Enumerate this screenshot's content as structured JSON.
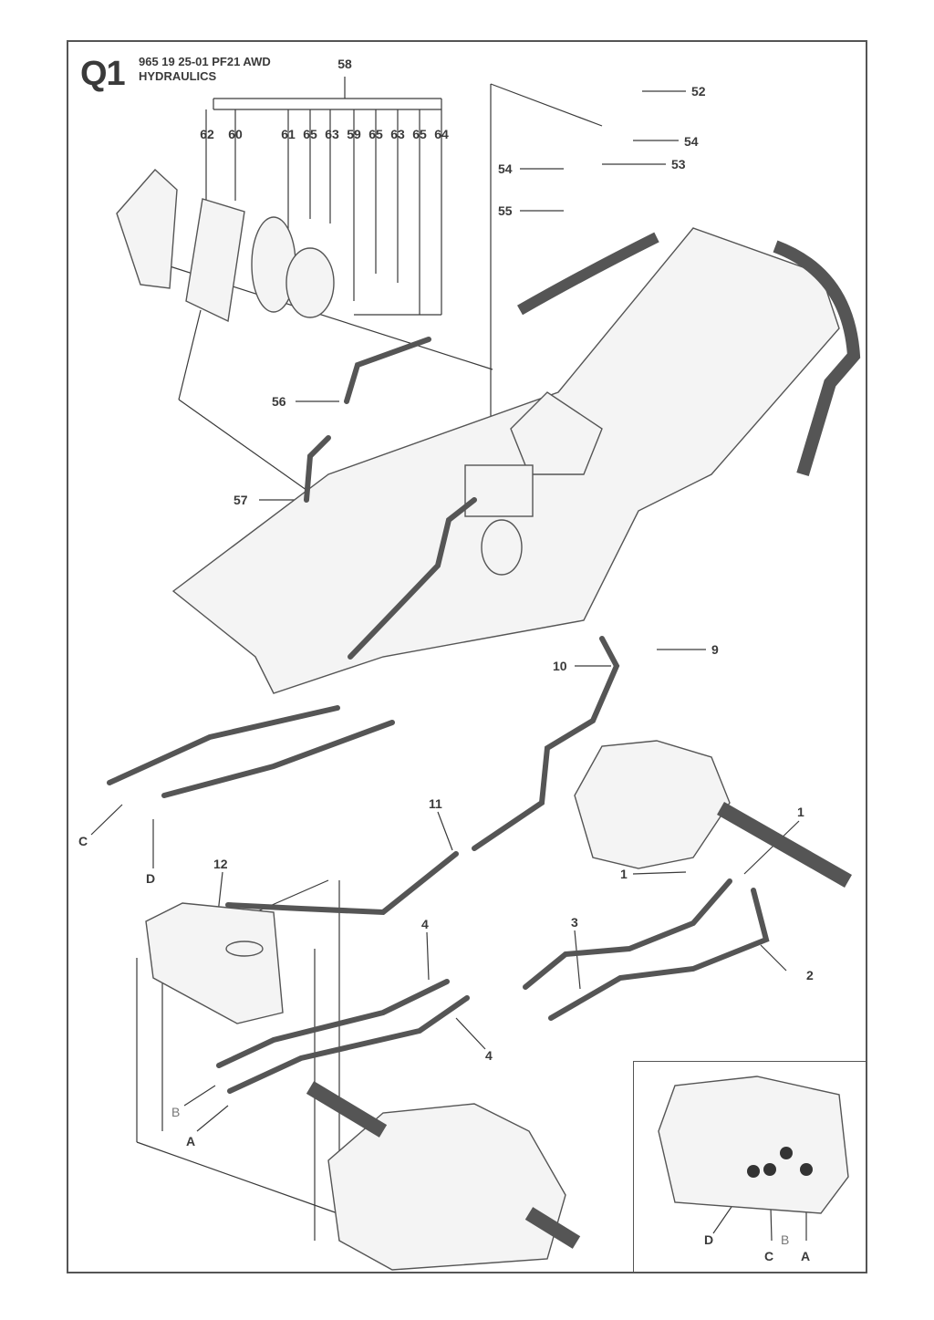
{
  "header": {
    "section_code": "Q1",
    "model": "965 19 25-01 PF21 AWD",
    "title": "HYDRAULICS"
  },
  "callouts": {
    "c58": "58",
    "c62": "62",
    "c60": "60",
    "c61": "61",
    "c65a": "65",
    "c63a": "63",
    "c59": "59",
    "c65b": "65",
    "c63b": "63",
    "c65c": "65",
    "c64": "64",
    "c52": "52",
    "c54a": "54",
    "c53": "53",
    "c54b": "54",
    "c55": "55",
    "c56": "56",
    "c57": "57",
    "c9": "9",
    "c10": "10",
    "c11": "11",
    "c12": "12",
    "c1a": "1",
    "c1b": "1",
    "c2": "2",
    "c3": "3",
    "c4a": "4",
    "c4b": "4",
    "portC": "C",
    "portD": "D",
    "portB": "B",
    "portA": "A",
    "insetD": "D",
    "insetC": "C",
    "insetB": "B",
    "insetA": "A"
  },
  "colors": {
    "line": "#3a3a3a",
    "part_stroke": "#555555",
    "part_fill": "#f4f4f4",
    "light_label": "#777777"
  }
}
